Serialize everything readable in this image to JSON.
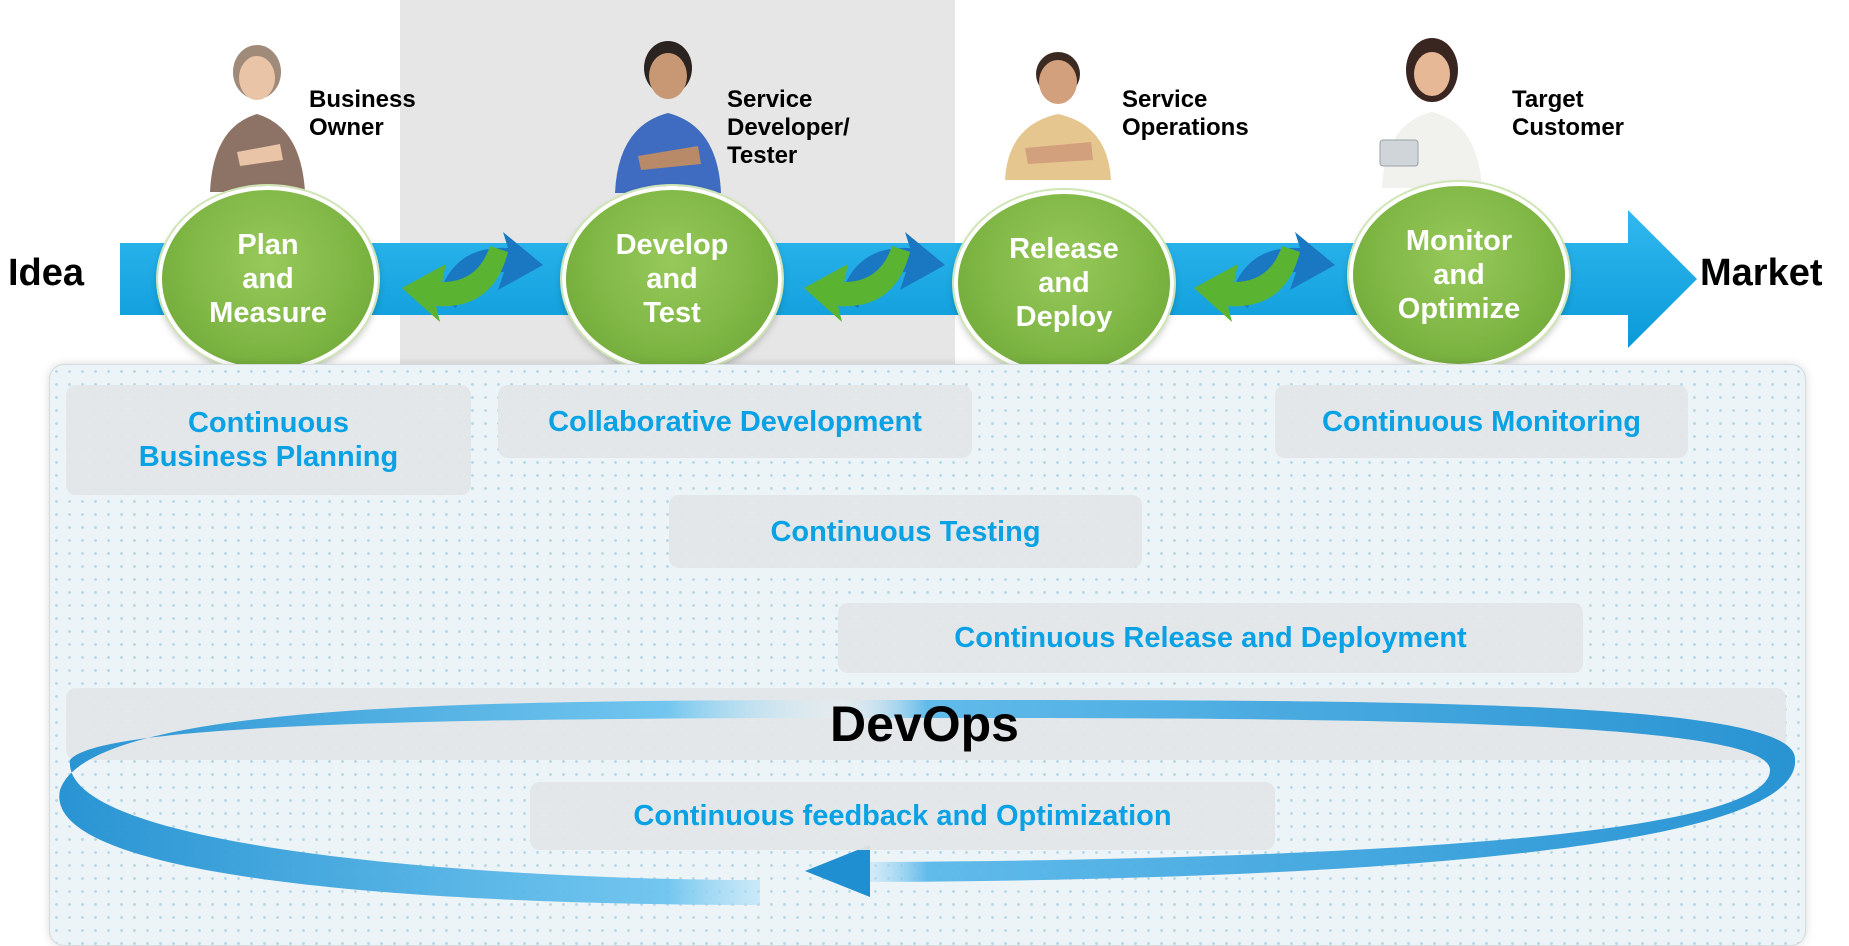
{
  "flow": {
    "start": "Idea",
    "end": "Market"
  },
  "roles": [
    {
      "text": "Business\nOwner"
    },
    {
      "text": "Service\nDeveloper/\nTester"
    },
    {
      "text": "Service\nOperations"
    },
    {
      "text": "Target\nCustomer"
    }
  ],
  "phases": [
    {
      "text": "Plan\nand\nMeasure"
    },
    {
      "text": "Develop\nand\nTest"
    },
    {
      "text": "Release\nand\nDeploy"
    },
    {
      "text": "Monitor\nand\nOptimize"
    }
  ],
  "practices": {
    "business_planning": "Continuous\nBusiness Planning",
    "collaborative_development": "Collaborative Development",
    "monitoring": "Continuous Monitoring",
    "testing": "Continuous Testing",
    "release_deployment": "Continuous Release and Deployment",
    "feedback": "Continuous feedback and Optimization"
  },
  "devops_title": "DevOps",
  "colors": {
    "flow_arrow": "#1aa9e6",
    "phase_circle": "#7db543",
    "practice_text": "#0aa2e4",
    "cycle_green": "#5bb332",
    "cycle_blue": "#1a78c2"
  },
  "icons": [
    "person-icon",
    "cycle-arrows-icon",
    "feedback-loop-arrow-icon"
  ]
}
